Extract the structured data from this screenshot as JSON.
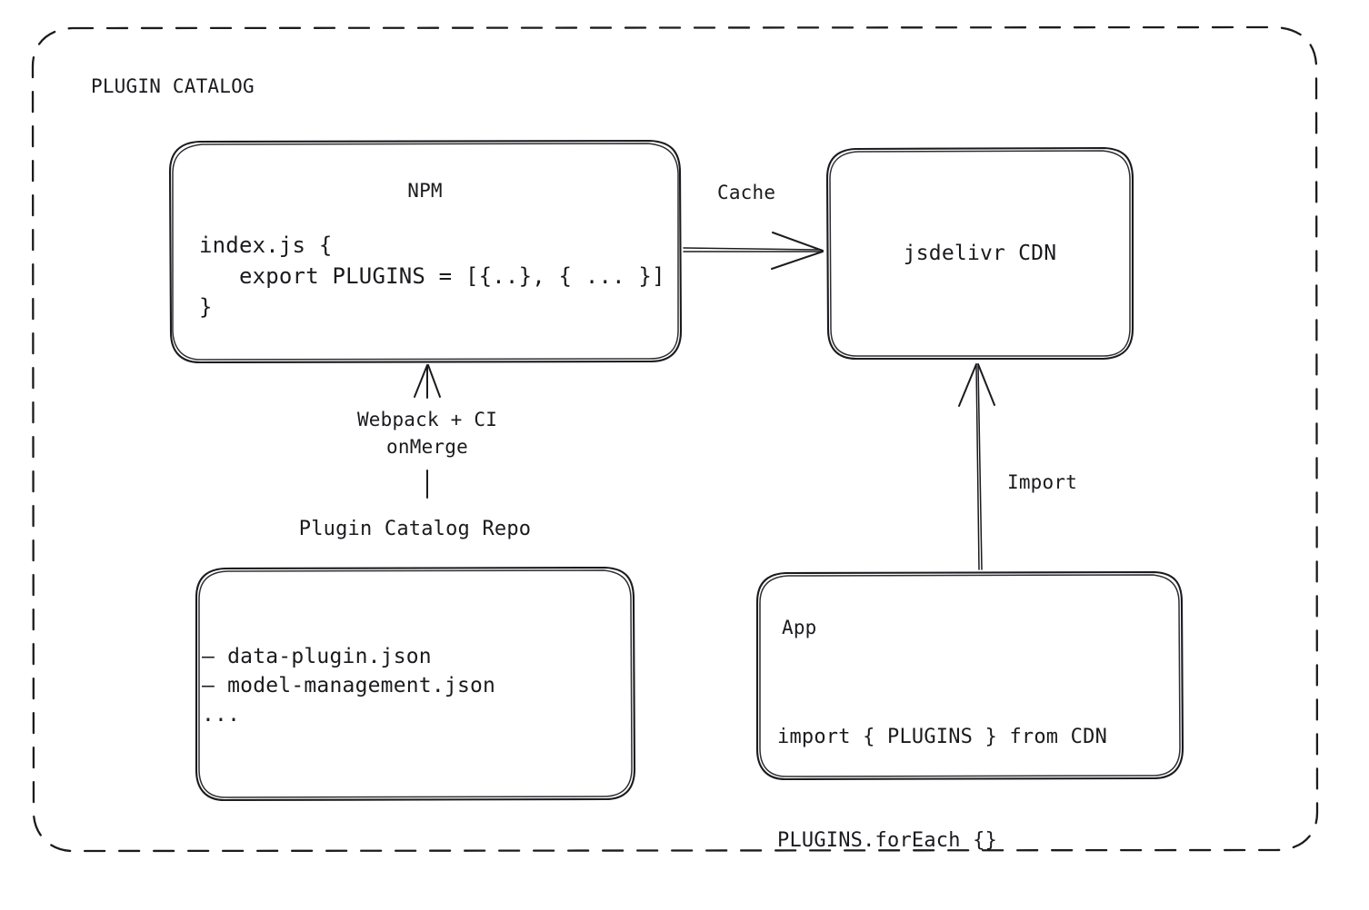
{
  "diagram": {
    "type": "architecture-flow",
    "group_title": "PLUGIN CATALOG",
    "background_color": "#ffffff",
    "stroke_color": "#1b1b1f"
  },
  "nodes": {
    "npm": {
      "title": "NPM",
      "code_lines": [
        "index.js {",
        "   export PLUGINS = [{..}, { ... }]",
        "}"
      ],
      "code_block": "index.js {\n   export PLUGINS = [{..}, { ... }]\n}"
    },
    "cdn": {
      "title": "jsdelivr CDN"
    },
    "repo": {
      "caption": "Plugin Catalog Repo",
      "files": [
        "– data-plugin.json",
        "– model-management.json",
        "..."
      ],
      "files_block": "– data-plugin.json\n– model-management.json\n..."
    },
    "app": {
      "title": "App",
      "code_lines": [
        "import { PLUGINS } from CDN",
        "PLUGINS.forEach {}"
      ]
    }
  },
  "edges": {
    "npm_to_cdn": {
      "label": "Cache",
      "from": "npm",
      "to": "cdn",
      "direction": "right"
    },
    "repo_to_npm": {
      "label_line1": "Webpack + CI",
      "label_line2": "onMerge",
      "label_block": "Webpack + CI\nonMerge",
      "from": "repo",
      "to": "npm",
      "direction": "up"
    },
    "app_to_cdn": {
      "label": "Import",
      "from": "app",
      "to": "cdn",
      "direction": "up"
    }
  }
}
